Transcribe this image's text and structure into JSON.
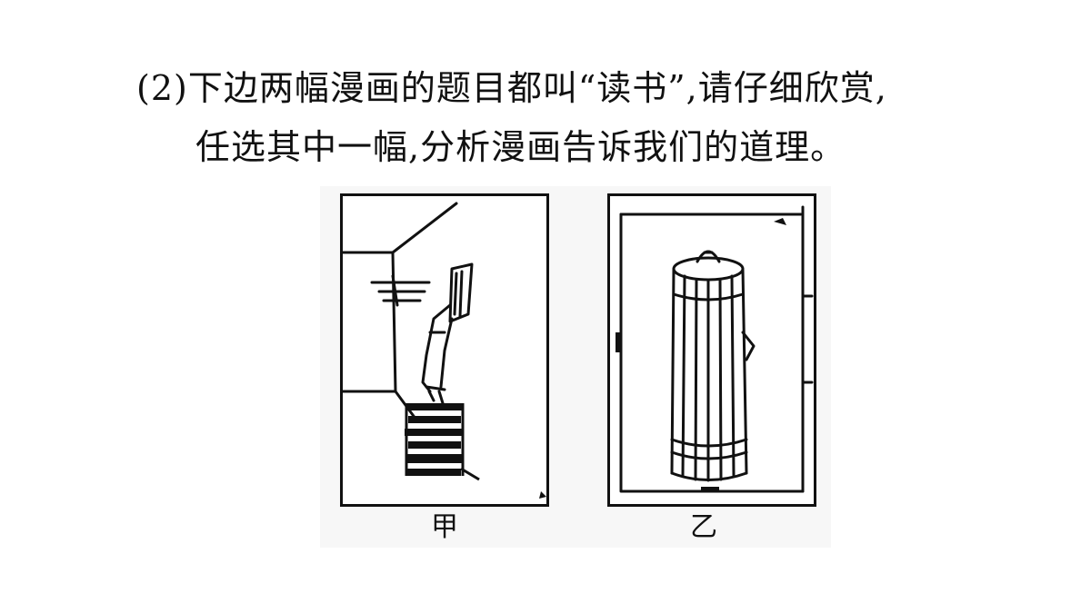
{
  "question": {
    "line1": "(2)下边两幅漫画的题目都叫“读书”,请仔细欣赏,",
    "line2": "任选其中一幅,分析漫画告诉我们的道理。"
  },
  "cartoons": [
    {
      "caption": "甲",
      "depicts": "person-standing-on-stack-of-books-icon"
    },
    {
      "caption": "乙",
      "depicts": "person-wrapped-in-books-icon"
    }
  ]
}
